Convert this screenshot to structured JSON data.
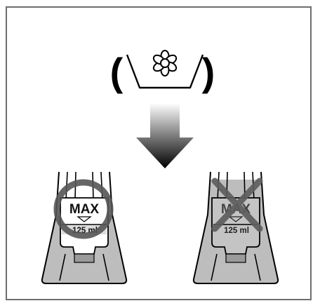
{
  "dispenser_symbol": {
    "left_paren": "(",
    "right_paren": ")",
    "icon": "flower-softener-icon"
  },
  "arrow": {
    "direction": "down",
    "icon": "gradient-down-arrow-icon"
  },
  "correct_example": {
    "max_label": "MAX",
    "volume_label": "125 ml",
    "status": "correct",
    "marker_icon": "circle-ok-icon"
  },
  "incorrect_example": {
    "max_label": "MAX",
    "volume_label": "125 ml",
    "status": "incorrect",
    "marker_icon": "cross-wrong-icon"
  },
  "colors": {
    "frame": "#6e6e6e",
    "liquid": "#bdbdbd",
    "circle_marker": "#5a5a5a",
    "cross_marker": "#6a6a6a",
    "line": "#000000"
  }
}
